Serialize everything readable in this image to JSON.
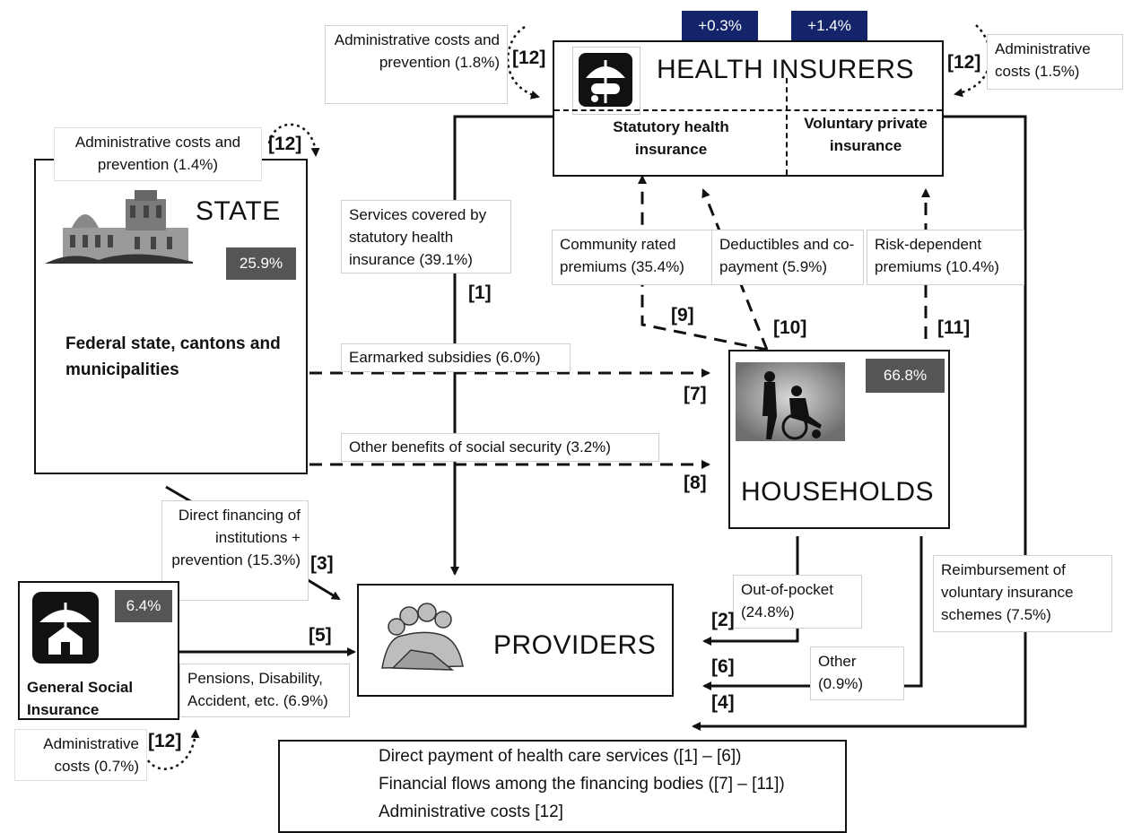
{
  "top_badges": {
    "left": "+0.3%",
    "right": "+1.4%"
  },
  "insurers": {
    "title": "HEALTH INSURERS",
    "statutory": "Statutory health insurance",
    "voluntary": "Voluntary private insurance",
    "admin_left": "Administrative costs and prevention (1.8%)",
    "admin_right": "Administrative costs (1.5%)",
    "icon": "umbrella-pills-icon"
  },
  "state": {
    "title": "STATE",
    "pct": "25.9%",
    "subtitle": "Federal  state, cantons and municipalities",
    "admin": "Administrative costs and prevention (1.4%)",
    "icon": "parliament-building-image"
  },
  "households": {
    "title": "HOUSEHOLDS",
    "pct": "66.8%",
    "icon": "wheelchair-care-image"
  },
  "providers": {
    "title": "PROVIDERS",
    "icon": "doctors-group-image"
  },
  "social": {
    "pct": "6.4%",
    "title": "General Social Insurance",
    "admin": "Administrative costs (0.7%)",
    "icon": "umbrella-house-icon"
  },
  "flows": {
    "services_statutory": "Services covered by statutory health insurance (39.1%)",
    "community_premiums": "Community rated premiums (35.4%)",
    "deductibles": "Deductibles and co-payment (5.9%)",
    "risk_premiums": "Risk-dependent premiums (10.4%)",
    "earmarked": "Earmarked subsidies (6.0%)",
    "other_benefits": "Other benefits of social security (3.2%)",
    "direct_financing": "Direct financing of institutions + prevention (15.3%)",
    "out_of_pocket": "Out-of-pocket (24.8%)",
    "other": "Other (0.9%)",
    "reimbursement": "Reimbursement of voluntary insurance schemes (7.5%)",
    "pensions": "Pensions, Disability, Accident, etc. (6.9%)"
  },
  "markers": {
    "m1": "[1]",
    "m2": "[2]",
    "m3": "[3]",
    "m4": "[4]",
    "m5": "[5]",
    "m6": "[6]",
    "m7": "[7]",
    "m8": "[8]",
    "m9": "[9]",
    "m10": "[10]",
    "m11": "[11]",
    "m12": "[12]"
  },
  "legend": {
    "direct": "Direct payment of health care services ([1] – [6])",
    "flows": "Financial flows among the financing bodies ([7] – [11])",
    "admin": "Administrative costs [12]"
  },
  "colors": {
    "badge_navy": "#14246b",
    "badge_grey": "#555555"
  }
}
